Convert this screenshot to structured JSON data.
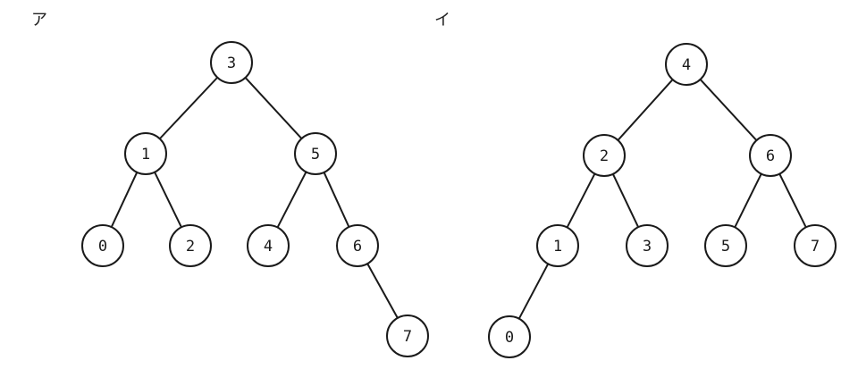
{
  "trees": [
    {
      "label": "ア",
      "nodes": [
        {
          "id": "a3",
          "value": "3"
        },
        {
          "id": "a1",
          "value": "1"
        },
        {
          "id": "a5",
          "value": "5"
        },
        {
          "id": "a0",
          "value": "0"
        },
        {
          "id": "a2",
          "value": "2"
        },
        {
          "id": "a4",
          "value": "4"
        },
        {
          "id": "a6",
          "value": "6"
        },
        {
          "id": "a7",
          "value": "7"
        }
      ],
      "edges": [
        [
          "a3",
          "a1"
        ],
        [
          "a3",
          "a5"
        ],
        [
          "a1",
          "a0"
        ],
        [
          "a1",
          "a2"
        ],
        [
          "a5",
          "a4"
        ],
        [
          "a5",
          "a6"
        ],
        [
          "a6",
          "a7"
        ]
      ]
    },
    {
      "label": "イ",
      "nodes": [
        {
          "id": "b4",
          "value": "4"
        },
        {
          "id": "b2",
          "value": "2"
        },
        {
          "id": "b6",
          "value": "6"
        },
        {
          "id": "b1",
          "value": "1"
        },
        {
          "id": "b3",
          "value": "3"
        },
        {
          "id": "b5",
          "value": "5"
        },
        {
          "id": "b7",
          "value": "7"
        },
        {
          "id": "b0",
          "value": "0"
        }
      ],
      "edges": [
        [
          "b4",
          "b2"
        ],
        [
          "b4",
          "b6"
        ],
        [
          "b2",
          "b1"
        ],
        [
          "b2",
          "b3"
        ],
        [
          "b6",
          "b5"
        ],
        [
          "b6",
          "b7"
        ],
        [
          "b1",
          "b0"
        ]
      ]
    }
  ]
}
